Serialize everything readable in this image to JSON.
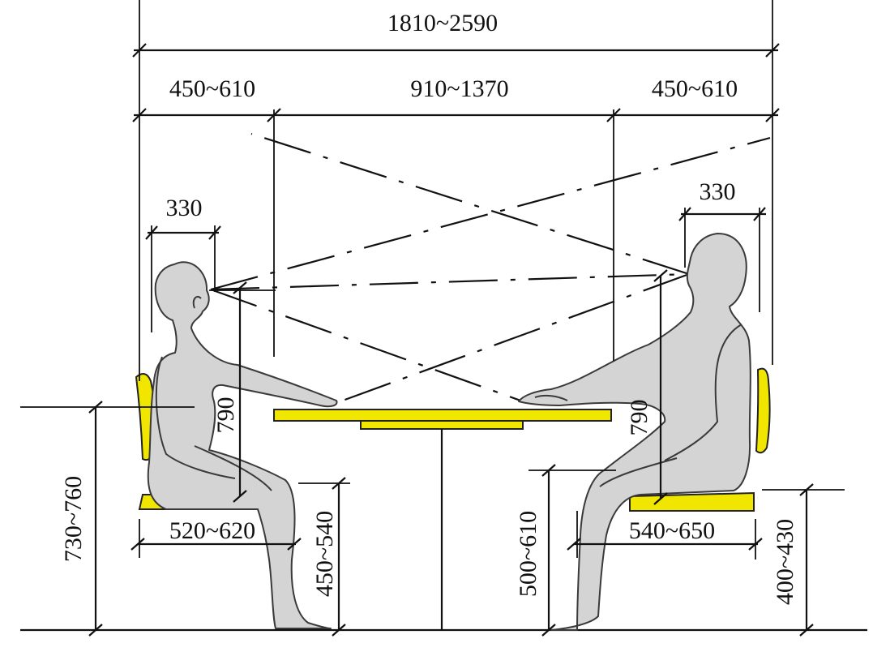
{
  "colors": {
    "furniture": "#f1e600",
    "figure": "#d4d4d4",
    "line": "#111111"
  },
  "dimensions": {
    "total_width": "1810~2590",
    "left_zone": "450~610",
    "table_zone": "910~1370",
    "right_zone": "450~610",
    "left_head_depth": "330",
    "right_head_depth": "330",
    "left_eye_height": "790",
    "right_eye_height": "790",
    "table_height": "730~760",
    "left_seat_depth": "520~620",
    "left_seat_height": "450~540",
    "right_armrest_height": "500~610",
    "right_seat_depth": "540~650",
    "right_seat_height": "400~430"
  }
}
